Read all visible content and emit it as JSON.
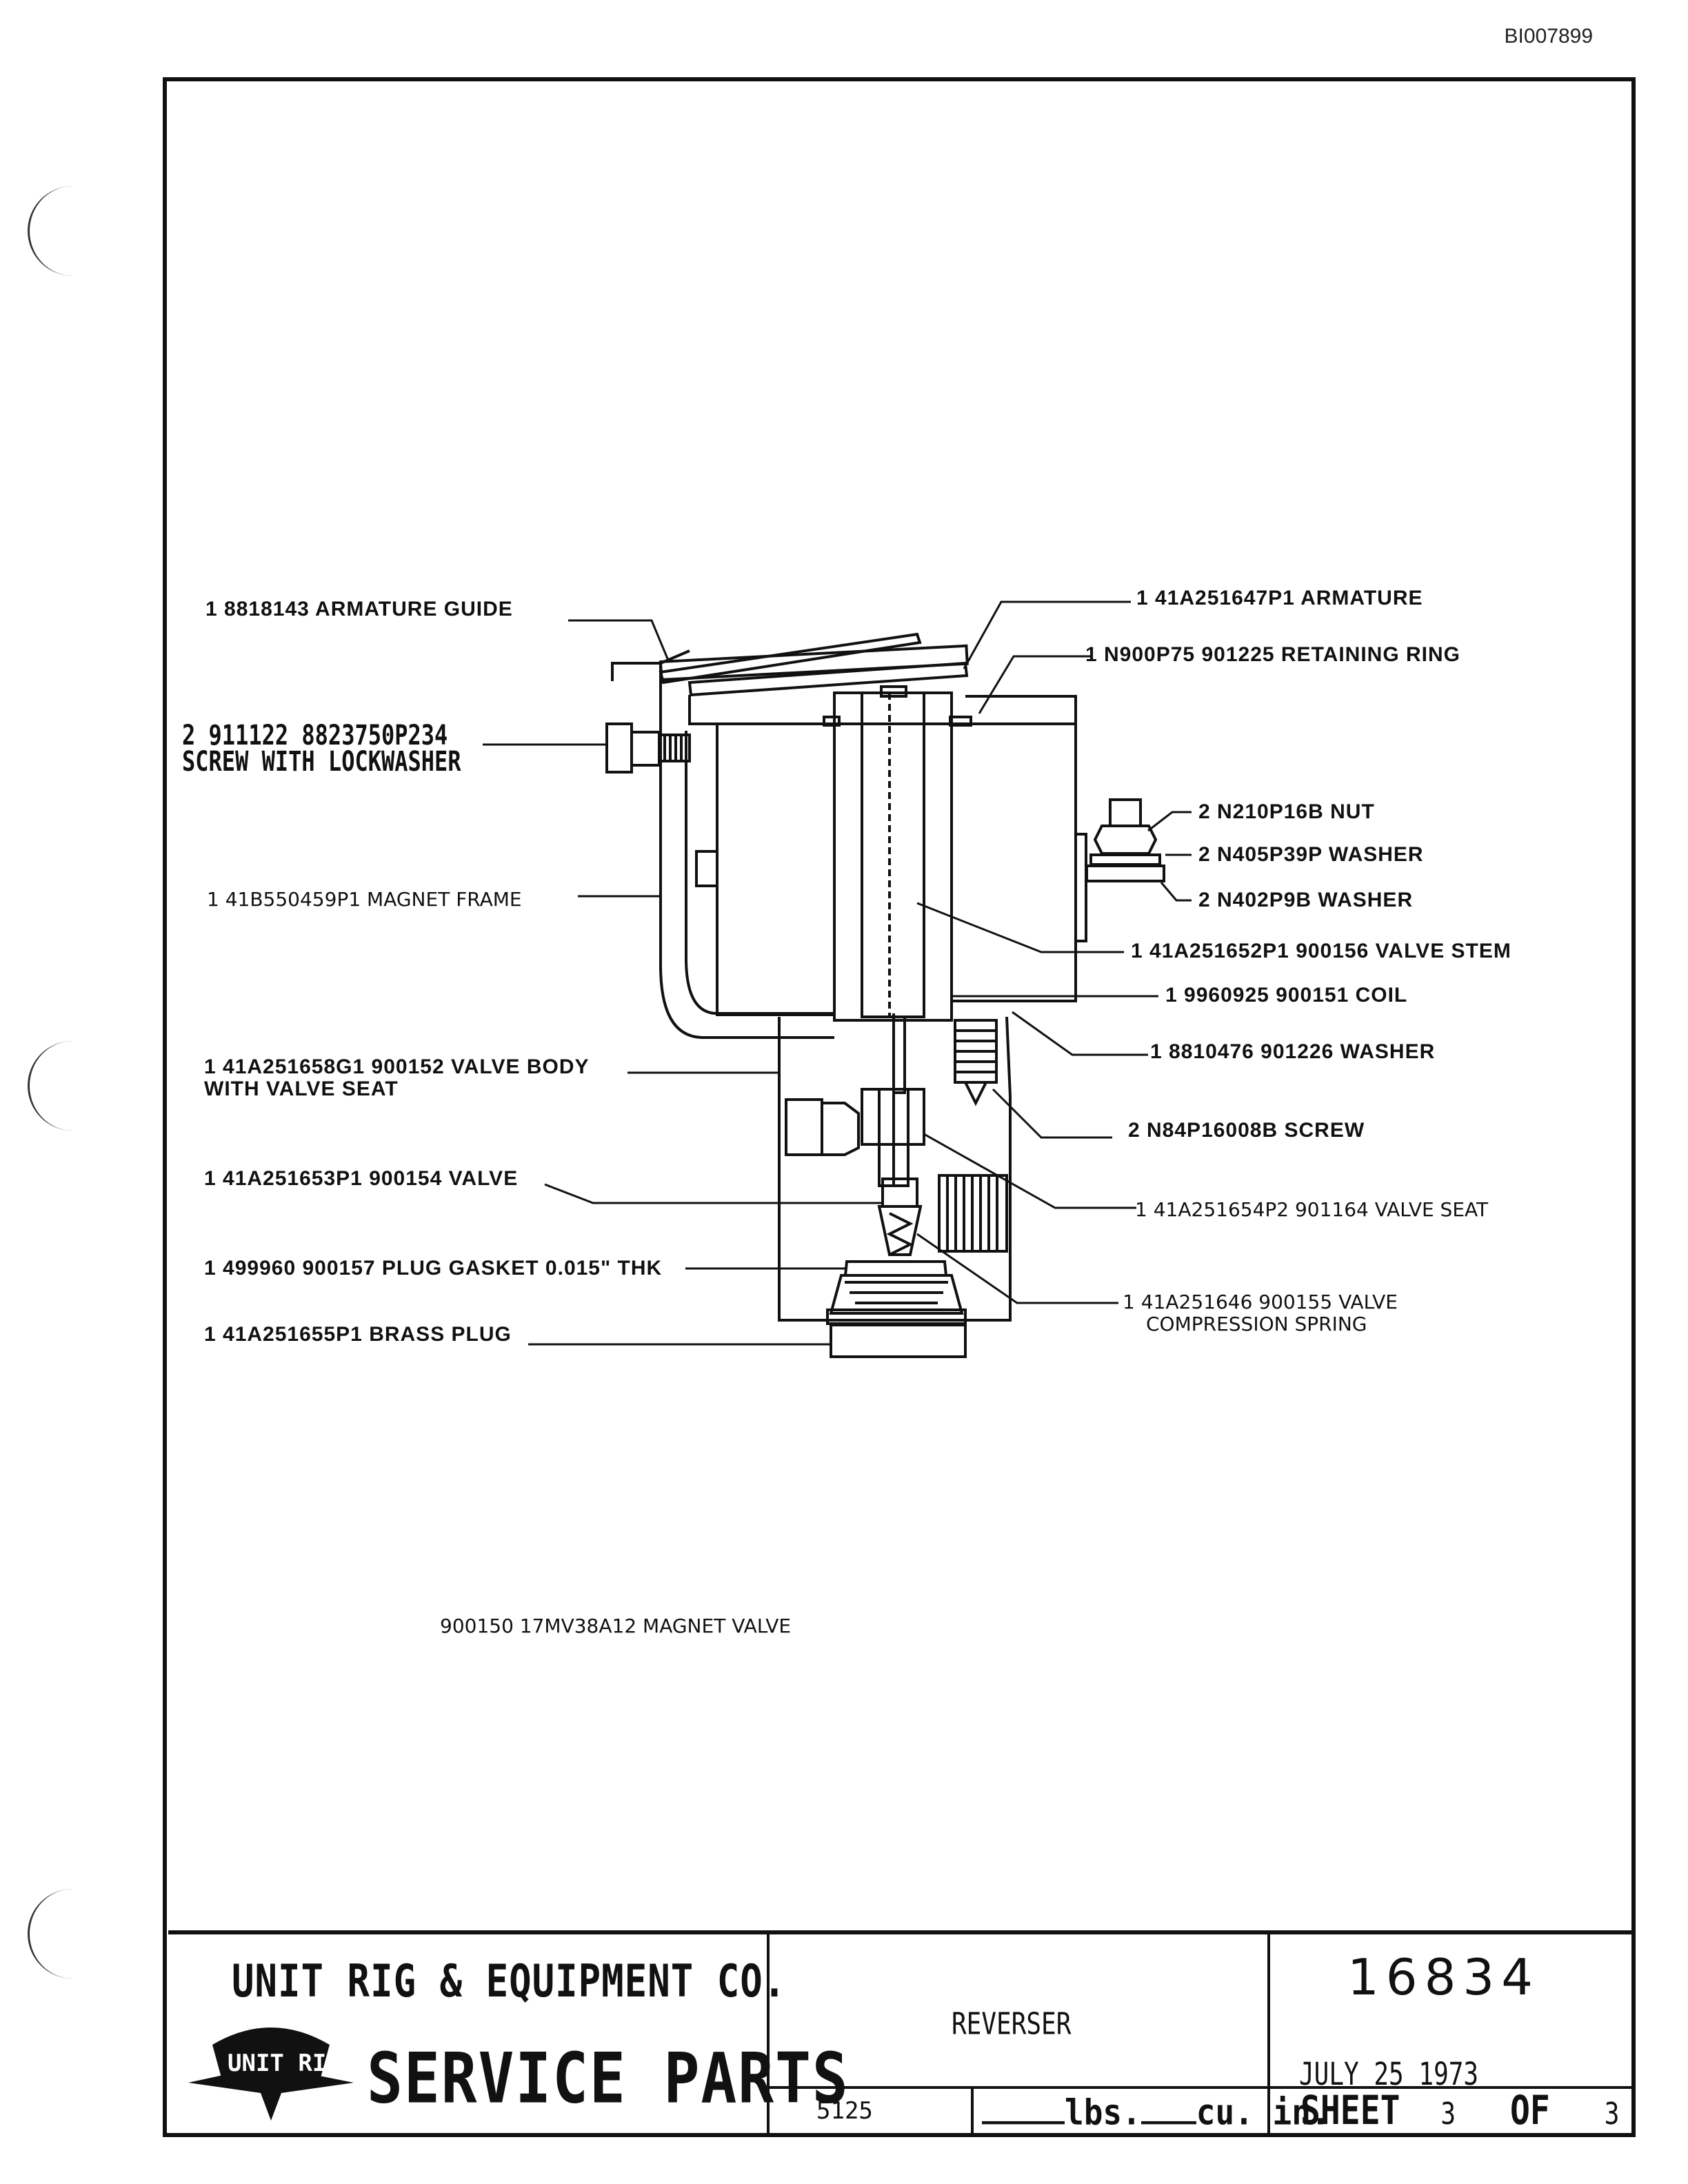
{
  "doc_id": "BI007899",
  "parts": [
    {
      "text": "1  8818143 ARMATURE GUIDE"
    },
    {
      "text": "1  41A251647P1 ARMATURE"
    },
    {
      "text": "1  N900P75  901225 RETAINING RING"
    },
    {
      "text": "2  911122  8823750P234"
    },
    {
      "text": "SCREW WITH LOCKWASHER"
    },
    {
      "text": "2  N210P16B NUT"
    },
    {
      "text": "2  N405P39P WASHER"
    },
    {
      "text": "2  N402P9B WASHER"
    },
    {
      "text": "1  41B550459P1  MAGNET  FRAME"
    },
    {
      "text": "1  41A251652P1  900156 VALVE STEM"
    },
    {
      "text": "1  9960925  900151 COIL"
    },
    {
      "text": "1  8810476  901226 WASHER"
    },
    {
      "text": "1  41A251658G1  900152 VALVE BODY"
    },
    {
      "text": "WITH VALVE SEAT"
    },
    {
      "text": "2  N84P16008B SCREW"
    },
    {
      "text": "1  41A251653P1  900154 VALVE"
    },
    {
      "text": "1  41A251654P2  901164  VALVE SEAT"
    },
    {
      "text": "1  499960  900157 PLUG GASKET 0.015\" THK"
    },
    {
      "text": "1  41A251646  900155  VALVE"
    },
    {
      "text": "COMPRESSION SPRING"
    },
    {
      "text": "1  41A251655P1  BRASS PLUG"
    }
  ],
  "caption": "900150  17MV38A12  MAGNET  VALVE",
  "title_block": {
    "company": "UNIT RIG & EQUIPMENT CO.",
    "logo_text": "UNIT RIG",
    "service_parts": "SERVICE PARTS",
    "title": "REVERSER",
    "drawing_number": "16834",
    "date": "JULY 25  1973",
    "weight_code": "5125",
    "lbs": "lbs.",
    "cu_in": "cu. in.",
    "sheet_label": "SHEET",
    "sheet_num": "3",
    "of_label": "OF",
    "sheet_total": "3"
  }
}
